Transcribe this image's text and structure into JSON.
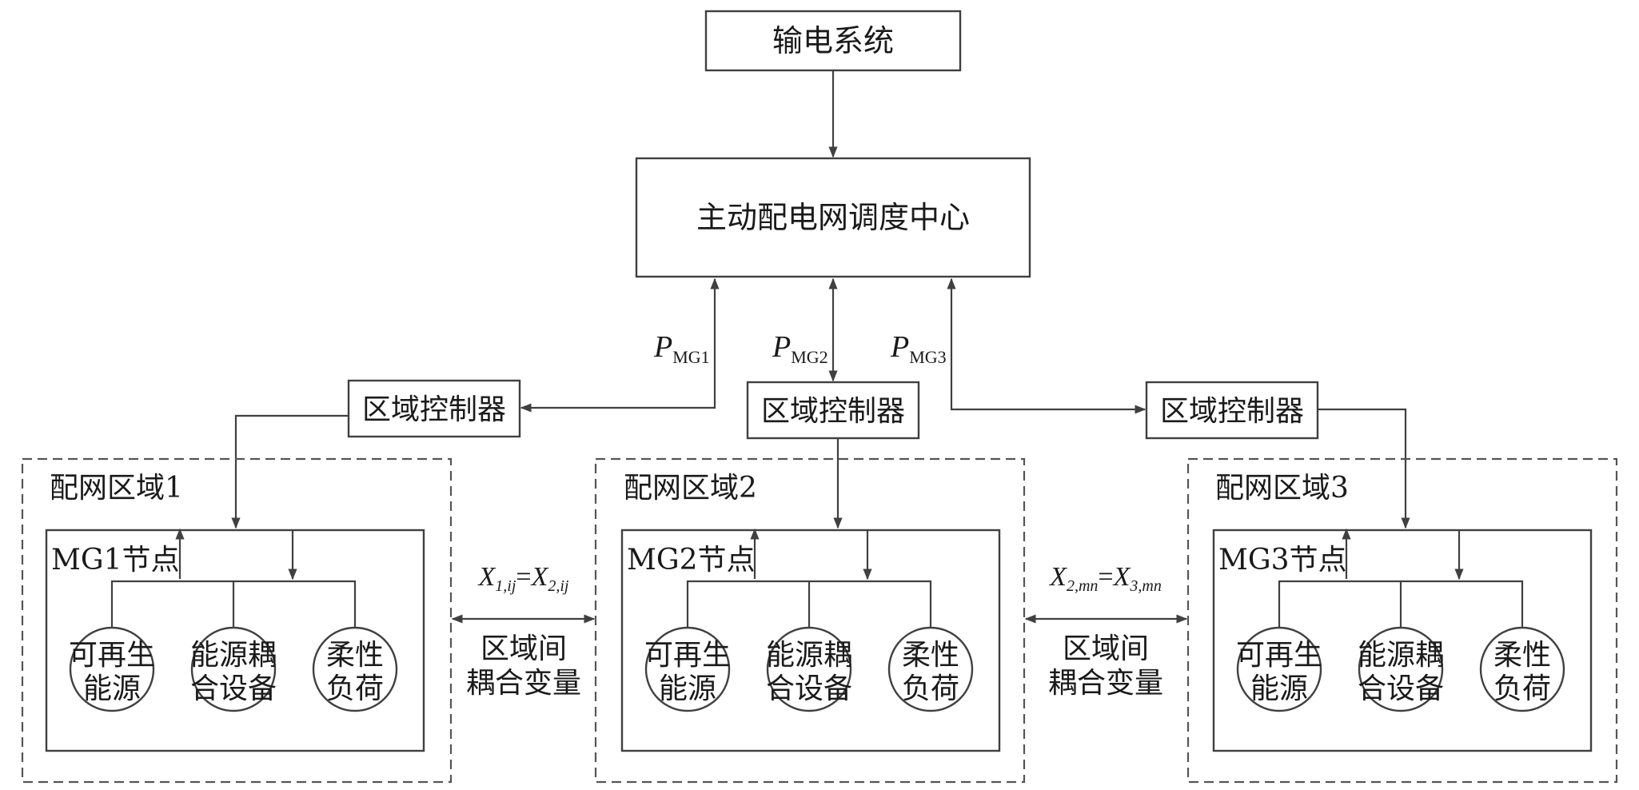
{
  "nodes": {
    "transmission": "输电系统",
    "dispatch_center": "主动配电网调度中心",
    "controller": "区域控制器",
    "regions": [
      {
        "title": "配网区域1",
        "mg": "MG1节点"
      },
      {
        "title": "配网区域2",
        "mg": "MG2节点"
      },
      {
        "title": "配网区域3",
        "mg": "MG3节点"
      }
    ],
    "devices": [
      [
        "可再生",
        "能源"
      ],
      [
        "能源耦",
        "合设备"
      ],
      [
        "柔性",
        "负荷"
      ]
    ]
  },
  "flows": [
    {
      "sym": "P",
      "sub": "MG1"
    },
    {
      "sym": "P",
      "sub": "MG2"
    },
    {
      "sym": "P",
      "sub": "MG3"
    }
  ],
  "couplings": [
    {
      "a": "X",
      "a_sub": "1,ij",
      "eq": "=",
      "b": "X",
      "b_sub": "2,ij",
      "label": [
        "区域间",
        "耦合变量"
      ]
    },
    {
      "a": "X",
      "a_sub": "2,mn",
      "eq": "=",
      "b": "X",
      "b_sub": "3,mn",
      "label": [
        "区域间",
        "耦合变量"
      ]
    }
  ]
}
